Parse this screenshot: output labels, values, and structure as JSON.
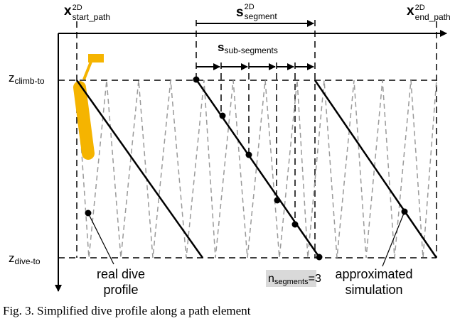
{
  "labels": {
    "x_start": {
      "base": "x",
      "sup": "2D",
      "sub": "start_path"
    },
    "s_segment": {
      "base": "s",
      "sup": "2D",
      "sub": "segment"
    },
    "x_end": {
      "base": "x",
      "sup": "2D",
      "sub": "end_path"
    },
    "s_sub": {
      "base": "s",
      "sub": "sub-segments"
    },
    "z_climb": {
      "base": "z",
      "sub": "climb-to"
    },
    "z_dive": {
      "base": "z",
      "sub": "dive-to"
    },
    "n_segments": {
      "base": "n",
      "sub": "segments",
      "tail": "=3"
    }
  },
  "annotations": {
    "real_line1": "real dive",
    "real_line2": "profile",
    "approx_line1": "approximated",
    "approx_line2": "simulation"
  },
  "caption": "Fig. 3. Simplified dive profile along a path element",
  "colors": {
    "highlight": "#f5b400",
    "zigzag": "#9a9a9a",
    "ink": "#000000",
    "nbox": "#d9d9d9"
  }
}
